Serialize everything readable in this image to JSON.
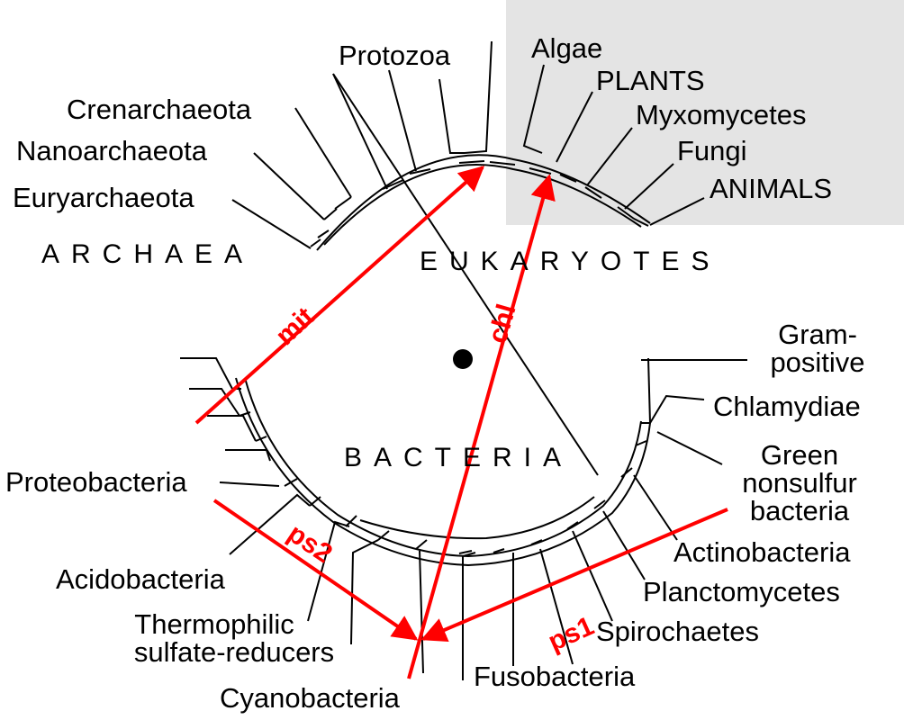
{
  "diagram": {
    "colors": {
      "tree": "#000000",
      "arrow": "#ff0000",
      "shade": "#e4e4e4",
      "background": "#ffffff"
    },
    "groups": {
      "archaea": "ARCHAEA",
      "eukaryotes": "EUKARYOTES",
      "bacteria": "BACTERIA"
    },
    "taxa": {
      "protozoa": "Protozoa",
      "algae": "Algae",
      "plants": "PLANTS",
      "myxomycetes": "Myxomycetes",
      "fungi": "Fungi",
      "animals": "ANIMALS",
      "crenarchaeota": "Crenarchaeota",
      "nanoarchaeota": "Nanoarchaeota",
      "euryarchaeota": "Euryarchaeota",
      "gram_line1": "Gram-",
      "gram_line2": "positive",
      "chlamydiae": "Chlamydiae",
      "green_line1": "Green",
      "green_line2": "nonsulfur",
      "green_line3": "bacteria",
      "actinobacteria": "Actinobacteria",
      "planctomycetes": "Planctomycetes",
      "spirochaetes": "Spirochaetes",
      "fusobacteria": "Fusobacteria",
      "cyanobacteria": "Cyanobacteria",
      "thermo_line1": "Thermophilic",
      "thermo_line2": "sulfate-reducers",
      "acidobacteria": "Acidobacteria",
      "proteobacteria": "Proteobacteria"
    },
    "transfers": {
      "mitochondria": "mit",
      "chloroplast": "chl",
      "photosystem1": "ps1",
      "photosystem2": "ps2"
    }
  }
}
